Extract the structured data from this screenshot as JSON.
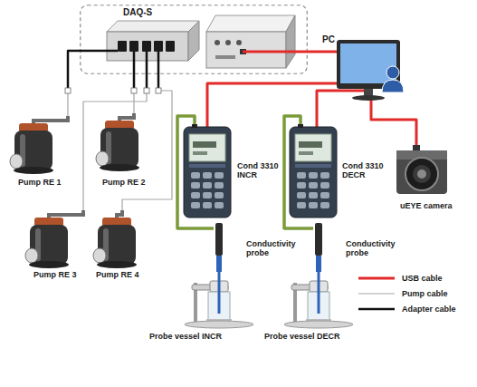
{
  "diagram": {
    "nodes": [
      {
        "text": [
          "DAQ-S"
        ]
      },
      {
        "text": [
          "PC"
        ]
      },
      {
        "text": [
          "Pump RE 1"
        ]
      },
      {
        "text": [
          "Pump RE 2"
        ]
      },
      {
        "text": [
          "Cond 3310 INCR"
        ]
      },
      {
        "text": [
          "Cond 3310 DECR"
        ]
      },
      {
        "text": [
          "uEYE camera"
        ]
      },
      {
        "text": [
          "Pump RE 3"
        ]
      },
      {
        "text": [
          "Pump RE 4"
        ]
      },
      {
        "text": [
          "Conductivity probe"
        ]
      },
      {
        "text": [
          "Conductivity probe"
        ]
      },
      {
        "text": [
          "Probe vessel INCR"
        ]
      },
      {
        "text": [
          "Probe vessel DECR"
        ]
      }
    ],
    "edges": [
      {
        "from": 0,
        "to": 1,
        "arrow": "none"
      },
      {
        "from": 0,
        "to": 2,
        "arrow": "none"
      },
      {
        "from": 0,
        "to": 3,
        "arrow": "none"
      },
      {
        "from": 0,
        "to": 7,
        "arrow": "none"
      },
      {
        "from": 0,
        "to": 8,
        "arrow": "none"
      },
      {
        "from": 1,
        "to": 4,
        "arrow": "none"
      },
      {
        "from": 1,
        "to": 5,
        "arrow": "none"
      },
      {
        "from": 1,
        "to": 6,
        "arrow": "none"
      },
      {
        "from": 4,
        "to": 9,
        "arrow": "none"
      },
      {
        "from": 5,
        "to": 10,
        "arrow": "none"
      },
      {
        "from": 9,
        "to": 11,
        "arrow": "none"
      },
      {
        "from": 10,
        "to": 12,
        "arrow": "none"
      }
    ],
    "legend": [
      {
        "text": "USB cable"
      },
      {
        "text": "Pump cable"
      },
      {
        "text": "Adapter cable"
      }
    ]
  }
}
